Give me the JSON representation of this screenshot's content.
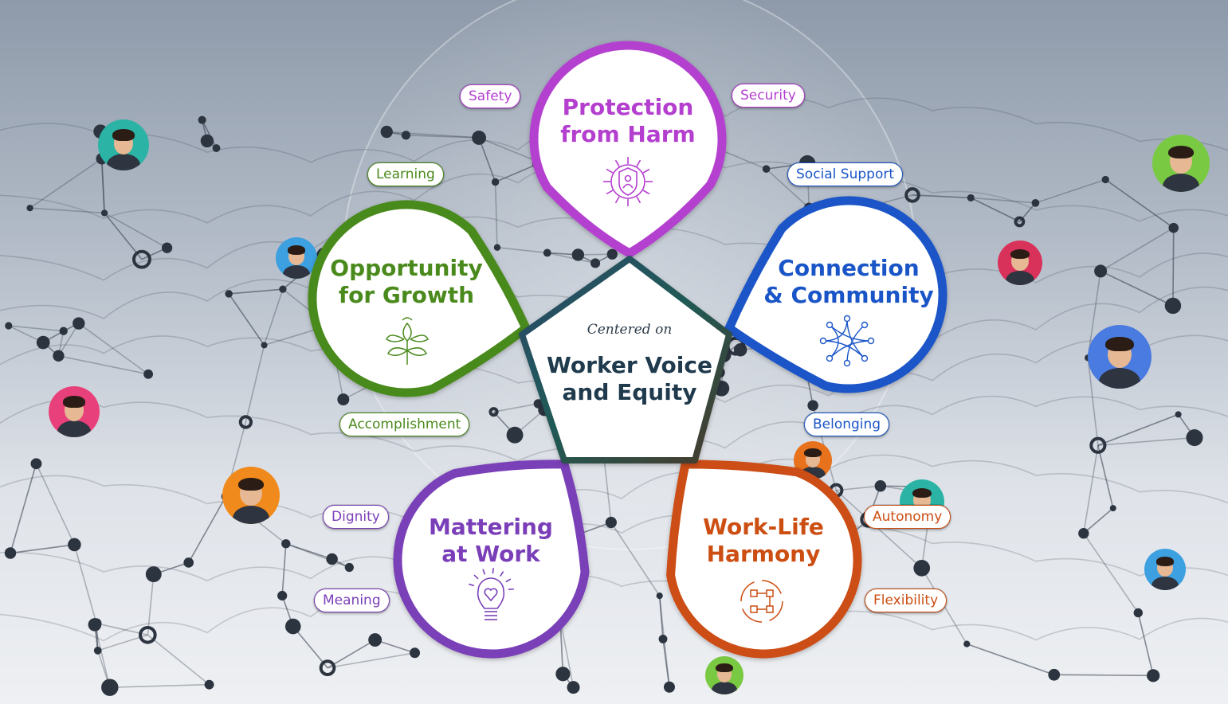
{
  "center": {
    "subtitle": "Centered on",
    "title_line1": "Worker Voice",
    "title_line2": "and Equity"
  },
  "petals": [
    {
      "id": "protection",
      "line1": "Protection",
      "line2": "from Harm",
      "color": "#b43fcf",
      "icon": "shield-person-icon",
      "tags": [
        "Safety",
        "Security"
      ]
    },
    {
      "id": "connection",
      "line1": "Connection",
      "line2": "& Community",
      "color": "#1a55c8",
      "icon": "network-icon",
      "tags": [
        "Social Support",
        "Belonging"
      ]
    },
    {
      "id": "worklife",
      "line1": "Work-Life",
      "line2": "Harmony",
      "color": "#cc4e12",
      "icon": "cycle-icon",
      "tags": [
        "Autonomy",
        "Flexibility"
      ]
    },
    {
      "id": "mattering",
      "line1": "Mattering",
      "line2": "at Work",
      "color": "#7a3fb8",
      "icon": "lightbulb-heart-icon",
      "tags": [
        "Dignity",
        "Meaning"
      ]
    },
    {
      "id": "growth",
      "line1": "Opportunity",
      "line2": "for Growth",
      "color": "#4a8a1c",
      "icon": "lotus-icon",
      "tags": [
        "Learning",
        "Accomplishment"
      ]
    }
  ],
  "avatar_colors": [
    "#2bb3a6",
    "#3da0e0",
    "#e8407a",
    "#f08a1c",
    "#7ac943",
    "#d9325a",
    "#4a7be0",
    "#e8721c",
    "#2bb3a6",
    "#3da0e0",
    "#7ac943"
  ]
}
